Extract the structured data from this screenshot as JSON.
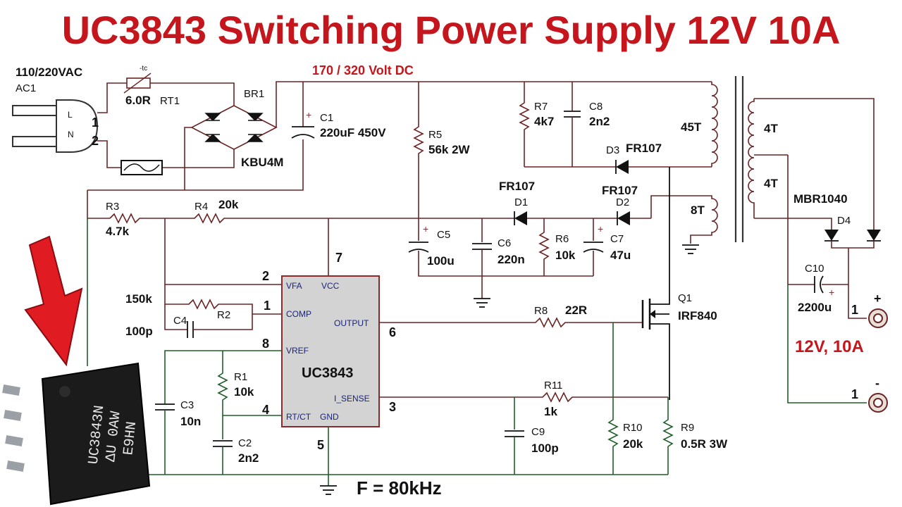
{
  "title": "UC3843 Switching Power Supply 12V 10A",
  "input": {
    "voltage": "110/220VAC",
    "ref": "AC1",
    "pin_l": "L",
    "pin_n": "N",
    "n1": "1",
    "n2": "2"
  },
  "bus_label": "170 / 320 Volt DC",
  "components": {
    "rt1": {
      "value": "6.0R",
      "ref": "RT1",
      "tag": "-tc"
    },
    "br1": {
      "ref": "BR1",
      "value": "KBU4M"
    },
    "c1": {
      "ref": "C1",
      "value": "220uF 450V"
    },
    "r5": {
      "ref": "R5",
      "value": "56k 2W"
    },
    "r7": {
      "ref": "R7",
      "value": "4k7"
    },
    "c8": {
      "ref": "C8",
      "value": "2n2"
    },
    "d3": {
      "ref": "D3",
      "value": "FR107"
    },
    "d1": {
      "ref": "D1",
      "value": "FR107"
    },
    "d2": {
      "ref": "D2",
      "value": "FR107"
    },
    "r3": {
      "ref": "R3",
      "value": "4.7k"
    },
    "r4": {
      "ref": "R4",
      "value": "20k"
    },
    "c5": {
      "ref": "C5",
      "value": "100u"
    },
    "c6": {
      "ref": "C6",
      "value": "220n"
    },
    "r6": {
      "ref": "R6",
      "value": "10k"
    },
    "c7": {
      "ref": "C7",
      "value": "47u"
    },
    "r2": {
      "ref": "R2",
      "value": "150k"
    },
    "c4": {
      "ref": "C4",
      "value": "100p"
    },
    "r8": {
      "ref": "R8",
      "value": "22R"
    },
    "q1": {
      "ref": "Q1",
      "value": "IRF840"
    },
    "r1": {
      "ref": "R1",
      "value": "10k"
    },
    "c3": {
      "ref": "C3",
      "value": "10n"
    },
    "c2": {
      "ref": "C2",
      "value": "2n2"
    },
    "r11": {
      "ref": "R11",
      "value": "1k"
    },
    "c9": {
      "ref": "C9",
      "value": "100p"
    },
    "r10": {
      "ref": "R10",
      "value": "20k"
    },
    "r9": {
      "ref": "R9",
      "value": "0.5R 3W"
    },
    "d4": {
      "ref": "D4",
      "value": "MBR1040"
    },
    "c10": {
      "ref": "C10",
      "value": "2200u"
    }
  },
  "transformer": {
    "primary": "45T",
    "aux": "8T",
    "sec1": "4T",
    "sec2": "4T"
  },
  "ic": {
    "name": "UC3843",
    "pins": {
      "vfa": "VFA",
      "vcc": "VCC",
      "comp": "COMP",
      "output": "OUTPUT",
      "vref": "VREF",
      "isense": "I_SENSE",
      "rtct": "RT/CT",
      "gnd": "GND"
    },
    "pin_numbers": {
      "vfa": "2",
      "vcc": "7",
      "comp": "1",
      "output": "6",
      "vref": "8",
      "isense": "3",
      "rtct": "4",
      "gnd": "5"
    }
  },
  "chip_photo": {
    "line1": "UC3843N",
    "line2": "ΔU 0AW",
    "line3": "E9HN"
  },
  "output": {
    "rating": "12V, 10A",
    "pos_pin": "1",
    "neg_pin": "1",
    "pos_sign": "+",
    "neg_sign": "-"
  },
  "frequency": "F = 80kHz",
  "plus_sign": "+"
}
